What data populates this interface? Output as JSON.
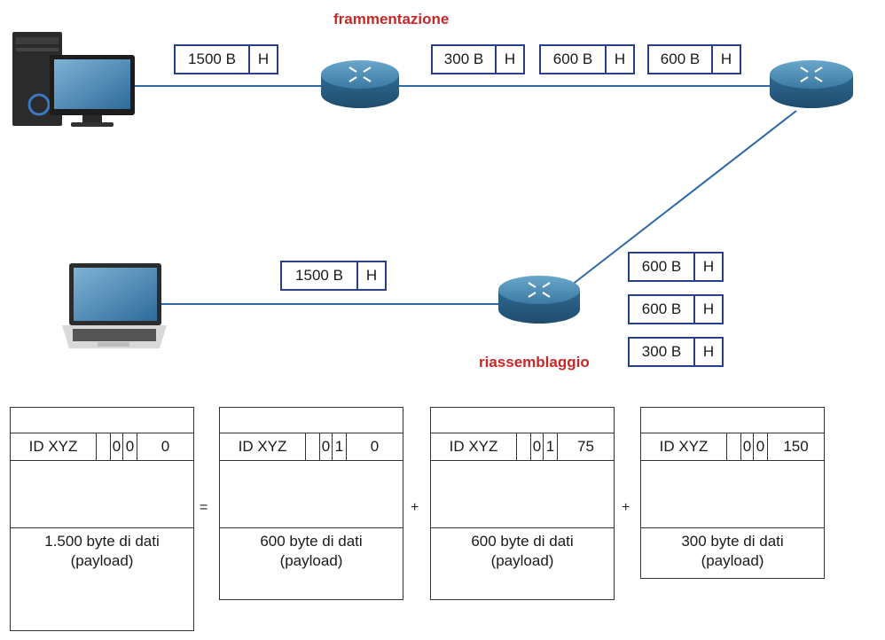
{
  "labels": {
    "fragmentation": "frammentazione",
    "reassembly": "riassemblaggio"
  },
  "packets": {
    "source_original": {
      "size": "1500 B",
      "header": "H"
    },
    "fragments_top": [
      {
        "size": "300 B",
        "header": "H"
      },
      {
        "size": "600 B",
        "header": "H"
      },
      {
        "size": "600 B",
        "header": "H"
      }
    ],
    "fragments_side": [
      {
        "size": "600 B",
        "header": "H"
      },
      {
        "size": "600 B",
        "header": "H"
      },
      {
        "size": "300 B",
        "header": "H"
      }
    ],
    "destination_reassembled": {
      "size": "1500 B",
      "header": "H"
    }
  },
  "devices": {
    "source": "desktop-computer-icon",
    "router_fragment": "router-icon",
    "router_middle": "router-icon",
    "router_reassemble": "router-icon",
    "destination": "laptop-icon"
  },
  "datagrams": [
    {
      "id": "ID XYZ",
      "flag1": "0",
      "flag2": "0",
      "offset": "0",
      "payload_line1": "1.500 byte di dati",
      "payload_line2": "(payload)"
    },
    {
      "id": "ID XYZ",
      "flag1": "0",
      "flag2": "1",
      "offset": "0",
      "payload_line1": "600 byte di dati",
      "payload_line2": "(payload)"
    },
    {
      "id": "ID XYZ",
      "flag1": "0",
      "flag2": "1",
      "offset": "75",
      "payload_line1": "600 byte di dati",
      "payload_line2": "(payload)"
    },
    {
      "id": "ID XYZ",
      "flag1": "0",
      "flag2": "0",
      "offset": "150",
      "payload_line1": "300 byte di dati",
      "payload_line2": "(payload)"
    }
  ],
  "operators": {
    "equals": "=",
    "plus1": "+",
    "plus2": "+"
  },
  "colors": {
    "link": "#2e6aa8",
    "packet_border": "#2a3f86",
    "label_red": "#c62828",
    "router": "#3f7fa8"
  }
}
